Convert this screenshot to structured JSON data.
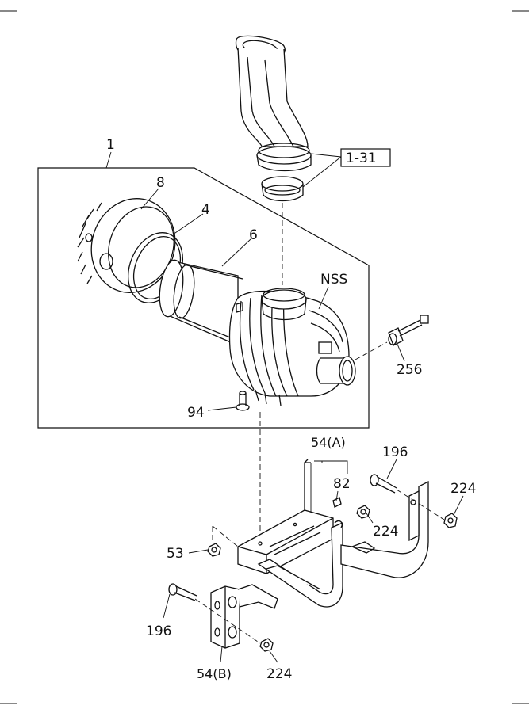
{
  "callouts": {
    "c1": "1",
    "c8": "8",
    "c4": "4",
    "c6": "6",
    "c1_31": "1-31",
    "nss": "NSS",
    "c256": "256",
    "c94": "94",
    "c54a": "54(A)",
    "c196_top": "196",
    "c82": "82",
    "c224_right": "224",
    "c224_mid": "224",
    "c53": "53",
    "c196_bottom": "196",
    "c54b": "54(B)",
    "c224_bottom": "224"
  }
}
